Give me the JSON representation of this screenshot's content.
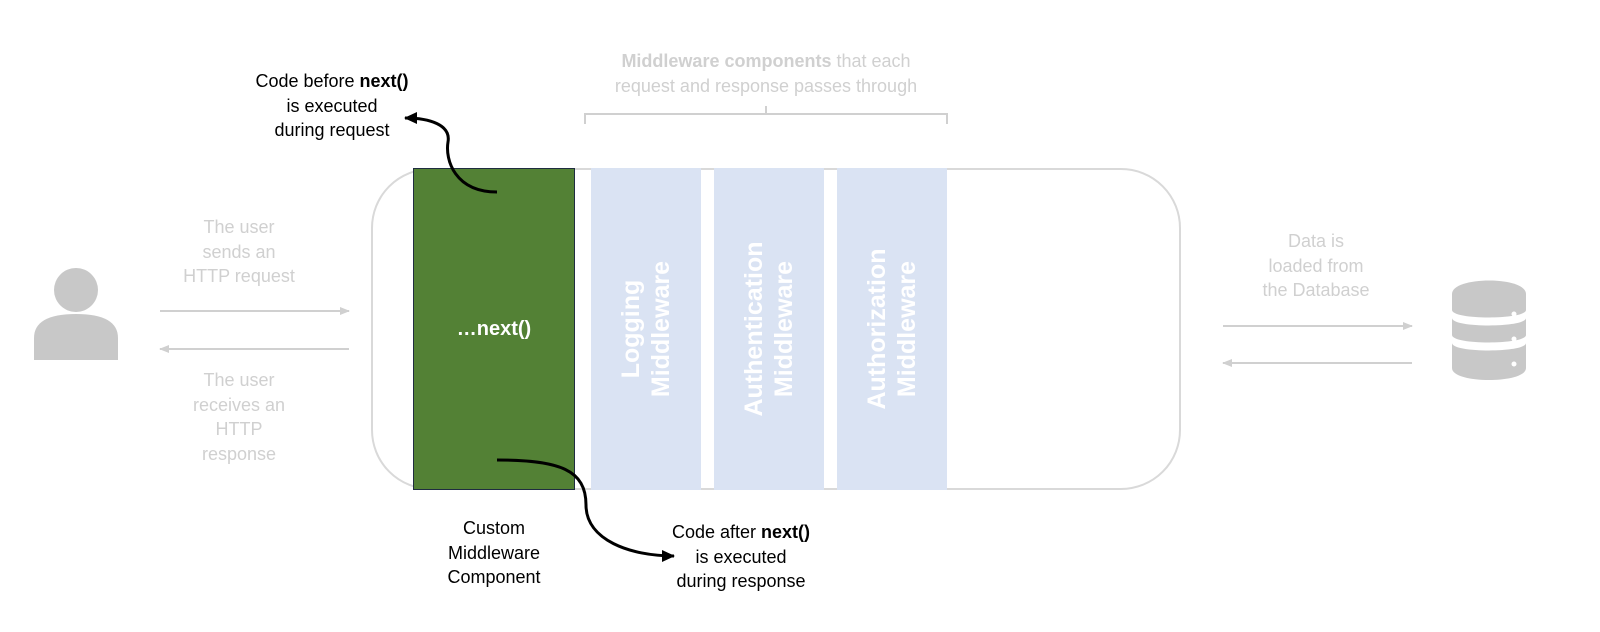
{
  "user": {
    "request_text": [
      "The user",
      "sends an",
      "HTTP request"
    ],
    "response_text": [
      "The user",
      "receives an",
      "HTTP",
      "response"
    ]
  },
  "middleware_header": {
    "bold": "Middleware components",
    "rest_line1": " that each",
    "line2": "request and response passes through"
  },
  "custom_component": {
    "box_text": "…next()",
    "label": [
      "Custom",
      "Middleware",
      "Component"
    ]
  },
  "before_note": {
    "line1_prefix": "Code before ",
    "line1_bold": "next()",
    "line2": "is executed",
    "line3": "during request"
  },
  "after_note": {
    "line1_prefix": "Code after ",
    "line1_bold": "next()",
    "line2": "is executed",
    "line3": "during response"
  },
  "middlewares": [
    {
      "line1": "Logging",
      "line2": "Middleware"
    },
    {
      "line1": "Authentication",
      "line2": "Middleware"
    },
    {
      "line1": "Authorization",
      "line2": "Middleware"
    }
  ],
  "database": {
    "text": [
      "Data is",
      "loaded from",
      "the Database"
    ]
  },
  "colors": {
    "custom_fill": "#538135",
    "middleware_fill": "#dae3f3",
    "muted_text": "#d0d0d0",
    "icon_gray": "#c8c8c8"
  },
  "icons": [
    "user-icon",
    "database-icon"
  ]
}
